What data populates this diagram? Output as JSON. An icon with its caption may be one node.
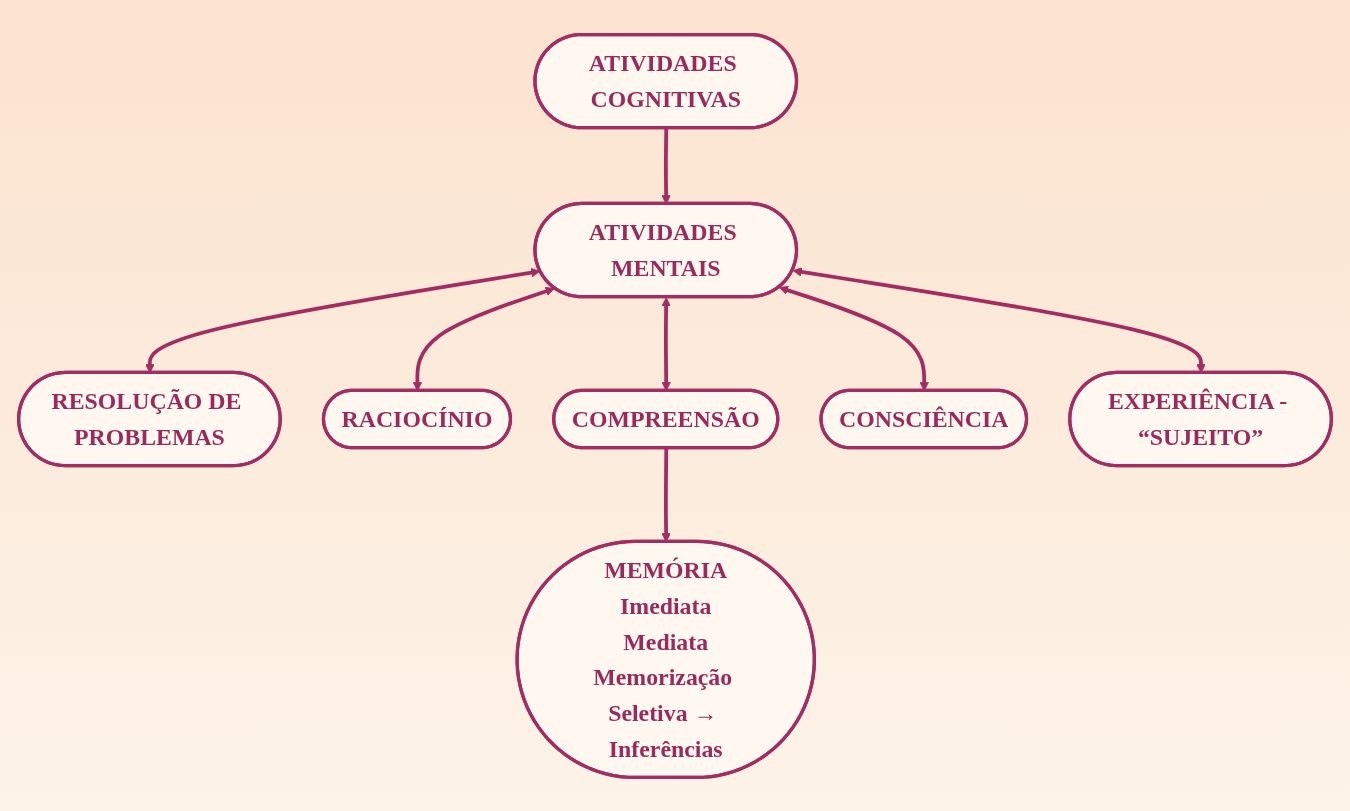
{
  "diagram": {
    "nodes": [
      {
        "text": [
          "ATIVIDADES COGNITIVAS"
        ]
      },
      {
        "text": [
          "ATIVIDADES MENTAIS"
        ]
      },
      {
        "text": [
          "RESOLUÇÃO DE PROBLEMAS"
        ]
      },
      {
        "text": [
          "RACIOCÍNIO"
        ]
      },
      {
        "text": [
          "COMPREENSÃO"
        ]
      },
      {
        "text": [
          "CONSCIÊNCIA"
        ]
      },
      {
        "text": [
          "EXPERIÊNCIA - “SUJEITO”"
        ]
      },
      {
        "text": [
          "MEMÓRIA",
          "Imediata",
          "Mediata",
          "Memorização Seletiva → Inferências"
        ]
      }
    ],
    "edges": [
      {
        "from": 0,
        "to": 1,
        "arrow": "to"
      },
      {
        "from": 1,
        "to": 2,
        "arrow": "both"
      },
      {
        "from": 1,
        "to": 5,
        "arrow": "both"
      },
      {
        "from": 1,
        "to": 4,
        "arrow": "both"
      },
      {
        "from": 1,
        "to": 6,
        "arrow": "both"
      },
      {
        "from": 1,
        "to": 3,
        "arrow": "both"
      },
      {
        "from": 4,
        "to": 7,
        "arrow": "to"
      }
    ]
  }
}
